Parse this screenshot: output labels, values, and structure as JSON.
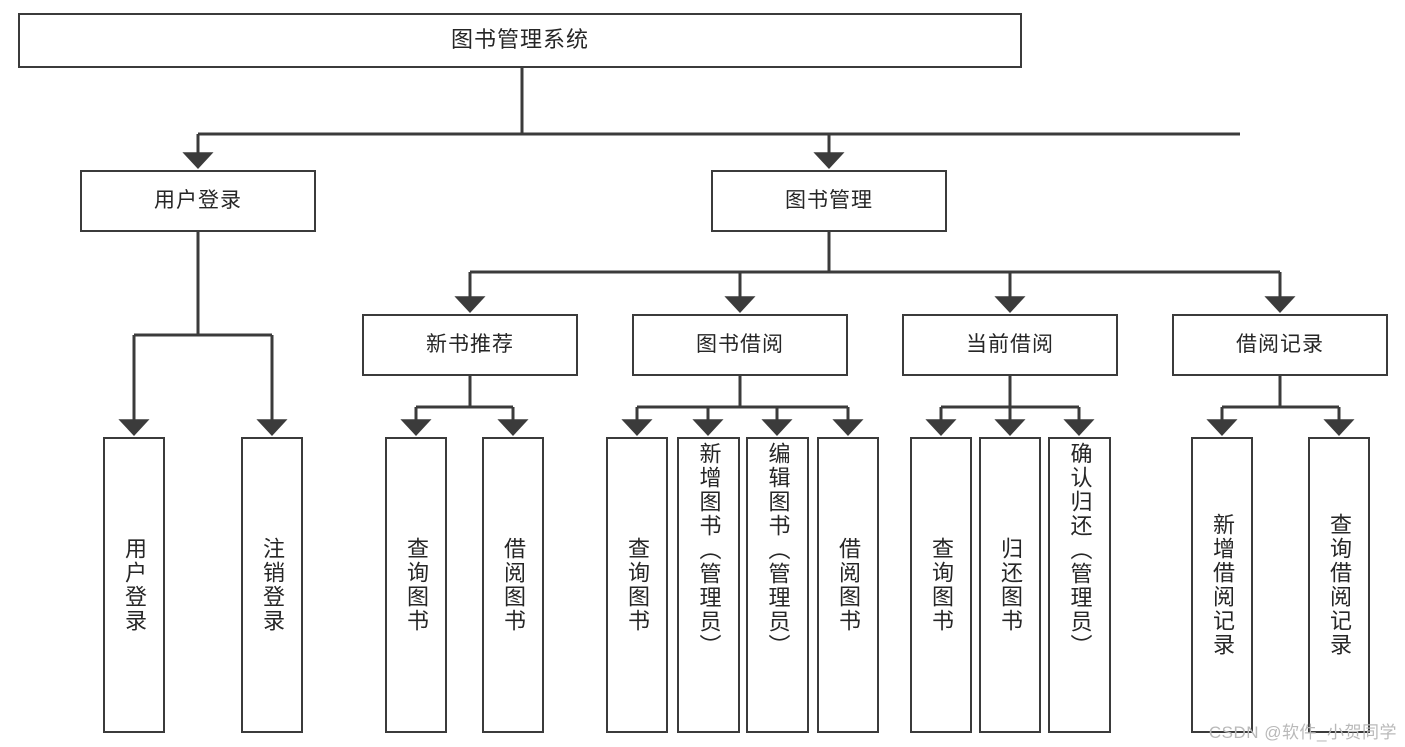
{
  "diagram": {
    "title": "图书管理系统",
    "type": "tree",
    "orientation": "top-down",
    "stroke_color": "#3b3b3b",
    "text_color": "#262626",
    "background_color": "#ffffff"
  },
  "nodes": {
    "root": {
      "label": "图书管理系统"
    },
    "level2": [
      {
        "key": "user_login",
        "label": "用户登录"
      },
      {
        "key": "book_manage",
        "label": "图书管理"
      }
    ],
    "level3": [
      {
        "key": "new_book_rec",
        "label": "新书推荐"
      },
      {
        "key": "book_borrow",
        "label": "图书借阅"
      },
      {
        "key": "current_borrow",
        "label": "当前借阅"
      },
      {
        "key": "borrow_record",
        "label": "借阅记录"
      }
    ],
    "leaves": {
      "user_login": [
        {
          "key": "leaf-user-login",
          "label": "用户登录"
        },
        {
          "key": "leaf-logout-login",
          "label": "注销登录"
        }
      ],
      "new_book_rec": [
        {
          "key": "leaf-query-book-1",
          "label": "查询图书"
        },
        {
          "key": "leaf-borrow-book-1",
          "label": "借阅图书"
        }
      ],
      "book_borrow": [
        {
          "key": "leaf-query-book-2",
          "label": "查询图书"
        },
        {
          "key": "leaf-add-book-admin",
          "label": "新增图书（管理员）"
        },
        {
          "key": "leaf-edit-book-admin",
          "label": "编辑图书（管理员）"
        },
        {
          "key": "leaf-borrow-book-2",
          "label": "借阅图书"
        }
      ],
      "current_borrow": [
        {
          "key": "leaf-query-book-3",
          "label": "查询图书"
        },
        {
          "key": "leaf-return-book",
          "label": "归还图书"
        },
        {
          "key": "leaf-confirm-return-admin",
          "label": "确认归还（管理员）"
        }
      ],
      "borrow_record": [
        {
          "key": "leaf-add-borrow-record",
          "label": "新增借阅记录"
        },
        {
          "key": "leaf-query-borrow-record",
          "label": "查询借阅记录"
        }
      ]
    }
  },
  "watermark": {
    "text": "CSDN @软件_小贺同学"
  }
}
